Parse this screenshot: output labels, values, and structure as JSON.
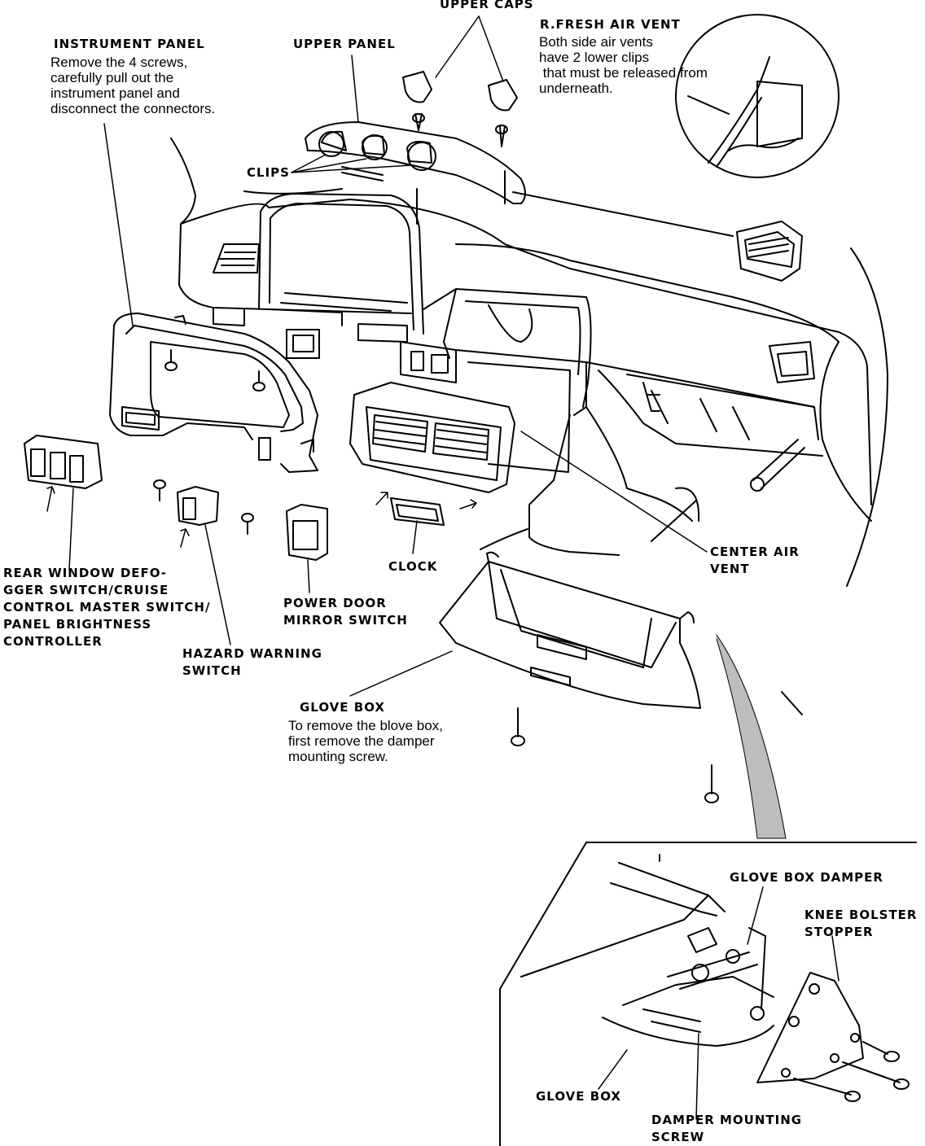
{
  "labels": {
    "upper_caps": "UPPER CAPS",
    "upper_panel": "UPPER PANEL",
    "instrument_panel_title": "INSTRUMENT PANEL",
    "instrument_panel_note": "Remove the 4 screws,\ncarefully pull out the\ninstrument panel and\ndisconnect the connectors.",
    "r_fresh_air_vent_title": "R.FRESH AIR VENT",
    "r_fresh_air_vent_note": "Both side air vents\nhave 2 lower clips\n that must be released from\nunderneath.",
    "clips": "CLIPS",
    "center_air_vent": "CENTER AIR\nVENT",
    "clock": "CLOCK",
    "rear_window_defogger": "REAR WINDOW DEFO-\nGGER SWITCH/CRUISE\nCONTROL MASTER SWITCH/\nPANEL BRIGHTNESS\nCONTROLLER",
    "power_door_mirror_switch": "POWER DOOR\nMIRROR SWITCH",
    "hazard_warning_switch": "HAZARD WARNING\nSWITCH",
    "glove_box_title": "GLOVE BOX",
    "glove_box_note": "To remove the blove box,\nfirst remove the damper\nmounting screw.",
    "glove_box_damper": "GLOVE BOX DAMPER",
    "knee_bolster_stopper": "KNEE BOLSTER\nSTOPPER",
    "glove_box_detail": "GLOVE BOX",
    "damper_mounting_screw": "DAMPER MOUNTING\nSCREW"
  },
  "colors": {
    "ink": "#000000",
    "paper": "#ffffff"
  }
}
